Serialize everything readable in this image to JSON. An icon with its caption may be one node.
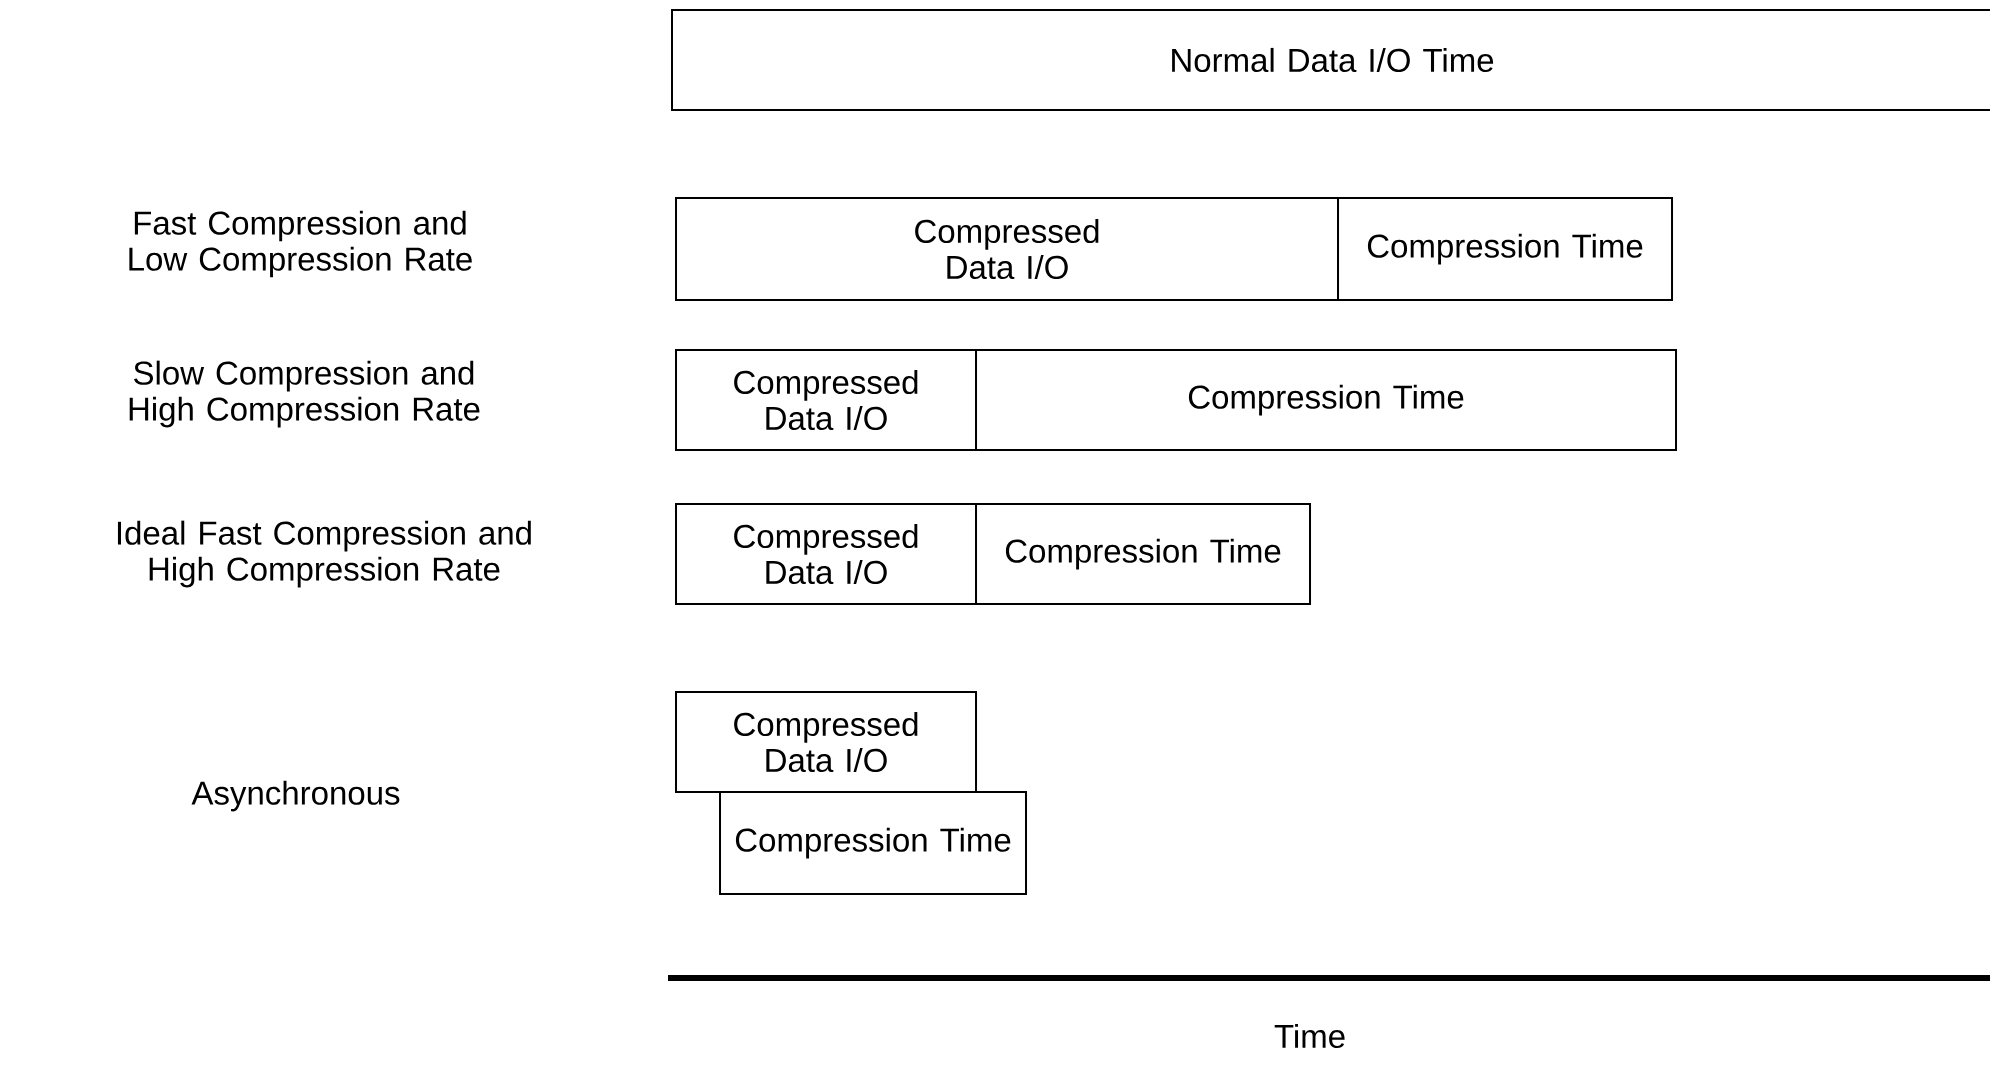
{
  "diagram": {
    "nodes": [
      {
        "text": [
          "Normal Data I/O Time"
        ]
      },
      {
        "text": [
          "Compressed Data I/O"
        ]
      },
      {
        "text": [
          "Compression Time"
        ]
      },
      {
        "text": [
          "Compressed Data I/O"
        ]
      },
      {
        "text": [
          "Compression Time"
        ]
      },
      {
        "text": [
          "Compressed Data I/O"
        ]
      },
      {
        "text": [
          "Compression Time"
        ]
      },
      {
        "text": [
          "Compressed Data I/O"
        ]
      },
      {
        "text": [
          "Compression Time"
        ]
      }
    ],
    "edges": [],
    "labels": [
      "Fast Compression and Low Compression Rate",
      "Slow Compression and High Compression Rate",
      "Ideal Fast Compression and High Compression Rate",
      "Asynchronous",
      "Time"
    ]
  }
}
